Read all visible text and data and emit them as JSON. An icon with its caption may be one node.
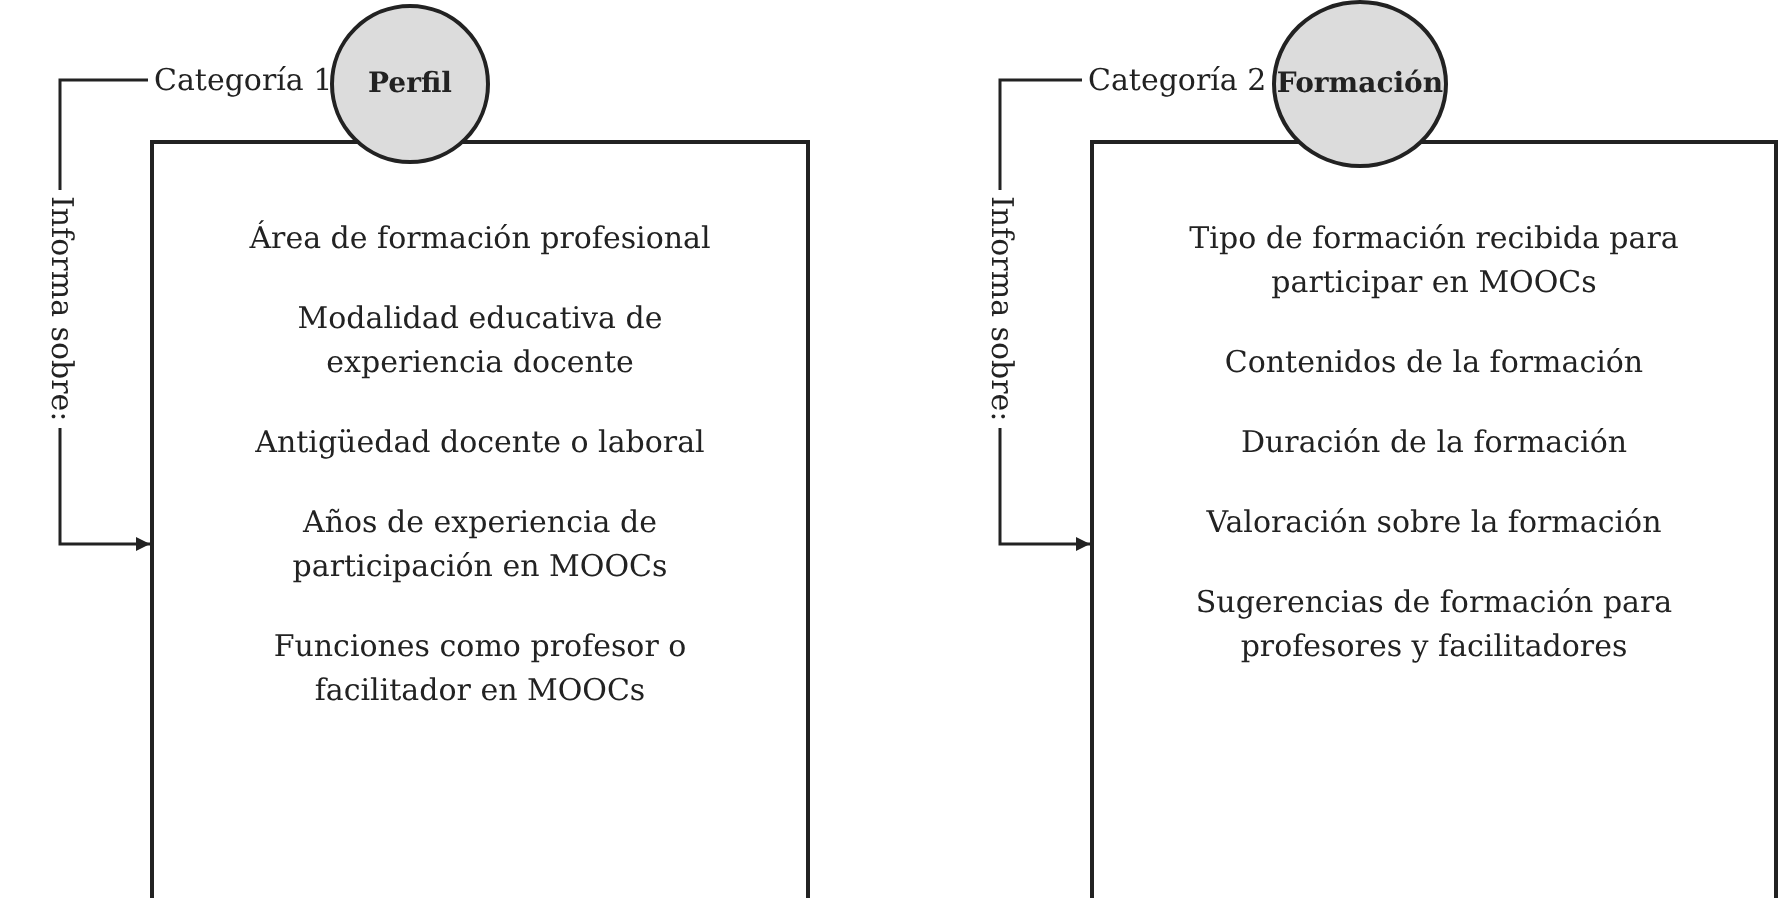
{
  "diagram": {
    "nodes": [
      {
        "text": [
          "Categoría 1"
        ]
      },
      {
        "text": [
          "Perfil"
        ]
      },
      {
        "text": [
          "Área de formación profesional",
          "Modalidad educativa de experiencia docente",
          "Antigüedad docente o laboral",
          "Años de experiencia de participación en MOOCs",
          "Funciones como profesor o facilitador en MOOCs"
        ]
      },
      {
        "text": [
          "Categoría 2"
        ]
      },
      {
        "text": [
          "Formación"
        ]
      },
      {
        "text": [
          "Tipo de formación recibida para participar en MOOCs",
          "Contenidos de la formación",
          "Duración de la formación",
          "Valoración sobre la formación",
          "Sugerencias de formación para profesores y facilitadores"
        ]
      }
    ],
    "edges": [
      {
        "from": 0,
        "to": 2,
        "arrow": "to",
        "label": "Informa sobre:"
      },
      {
        "from": 3,
        "to": 5,
        "arrow": "to",
        "label": "Informa sobre:"
      }
    ]
  }
}
